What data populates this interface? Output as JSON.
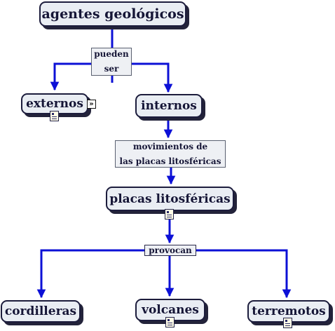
{
  "colors": {
    "connector": "#0c10d6",
    "node_bg": "#e9edf3",
    "node_border": "#1c1c3c"
  },
  "nodes": {
    "agentes": "agentes geológicos",
    "externos": "externos",
    "internos": "internos",
    "placas": "placas litosféricas",
    "cordilleras": "cordilleras",
    "volcanes": "volcanes",
    "terremotos": "terremotos"
  },
  "links": {
    "pueden_ser": [
      "pueden",
      "ser"
    ],
    "movimientos": [
      "movimientos de",
      "las placas litosféricas"
    ],
    "provocan": "provocan"
  },
  "icons": {
    "resource": "document-icon",
    "expand": "double-chevron-right-icon"
  }
}
